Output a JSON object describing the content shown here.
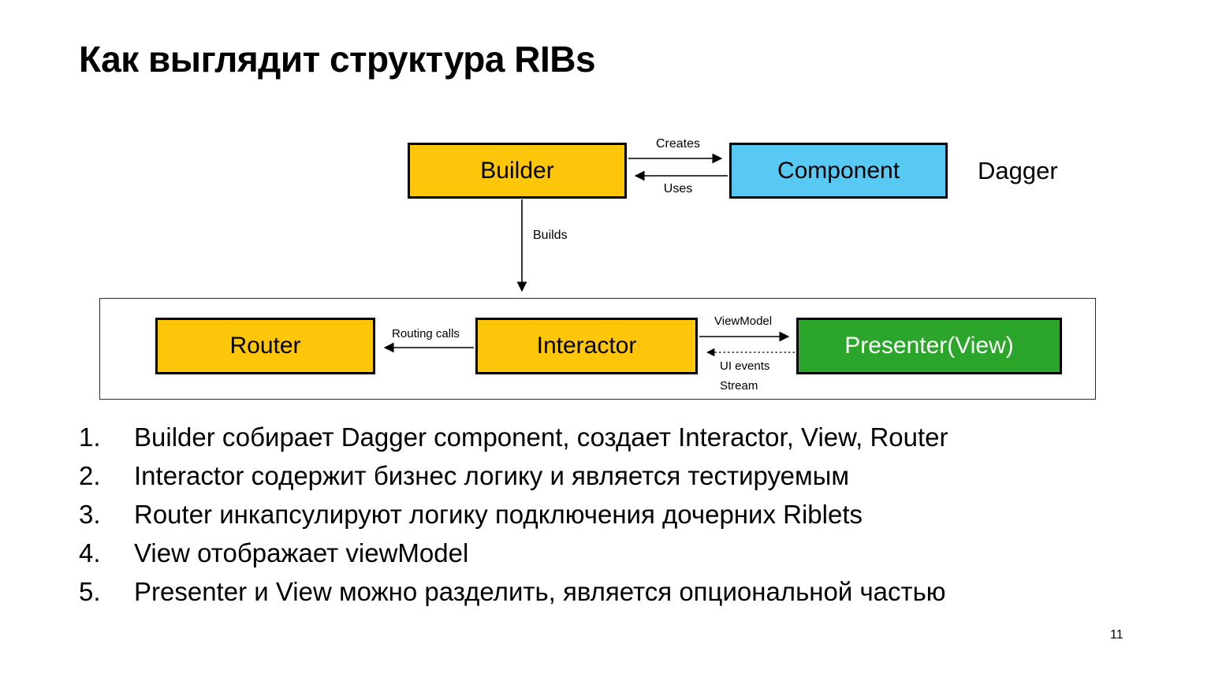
{
  "slide": {
    "title": "Как выглядит структура RIBs",
    "page_number": "11"
  },
  "diagram": {
    "nodes": {
      "builder": {
        "label": "Builder",
        "color": "#FDC608"
      },
      "component": {
        "label": "Component",
        "color": "#58C9F3"
      },
      "router": {
        "label": "Router",
        "color": "#FDC608"
      },
      "interactor": {
        "label": "Interactor",
        "color": "#FDC608"
      },
      "presenter": {
        "label": "Presenter(View)",
        "color": "#2BA62B"
      }
    },
    "annotations": {
      "dagger": "Dagger"
    },
    "edges": {
      "creates": "Creates",
      "uses": "Uses",
      "builds": "Builds",
      "routing_calls": "Routing calls",
      "viewmodel": "ViewModel",
      "ui_events": "UI events",
      "stream": "Stream"
    }
  },
  "list": {
    "items": [
      {
        "number": "1.",
        "text": "Builder собирает Dagger component, создает Interactor, View, Router"
      },
      {
        "number": "2.",
        "text": "Interactor содержит бизнес логику и является тестируемым"
      },
      {
        "number": "3.",
        "text": "Router инкапсулируют логику подключения дочерних Riblets"
      },
      {
        "number": "4.",
        "text": "View отображает viewModel"
      },
      {
        "number": "5.",
        "text": "Presenter и View можно разделить, является опциональной частью"
      }
    ]
  },
  "colors": {
    "box_yellow": "#FDC608",
    "box_blue": "#58C9F3",
    "box_green": "#2BA62B",
    "border_black": "#000000",
    "background": "#FFFFFF"
  }
}
